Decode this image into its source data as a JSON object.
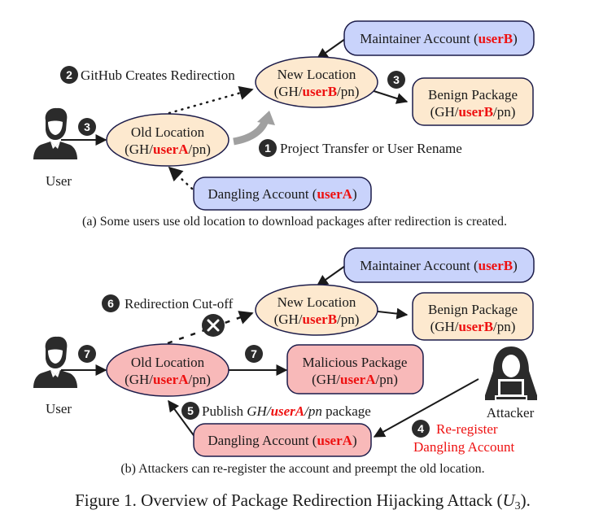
{
  "colors": {
    "ellipse_fill": "#fde9cf",
    "account_fill": "#c9d3fb",
    "malicious_fill": "#f8b9b9",
    "stroke": "#1c1c4a",
    "highlight": "#ee1111",
    "badge": "#2b2b2b",
    "transfer_arrow": "#a0a0a0"
  },
  "panel_a": {
    "user_label": "User",
    "old_location": {
      "line1": "Old Location",
      "prefix": "(GH/",
      "user": "userA",
      "suffix": "/pn)"
    },
    "new_location": {
      "line1": "New Location",
      "prefix": "(GH/",
      "user": "userB",
      "suffix": "/pn)"
    },
    "maintainer": {
      "prefix": "Maintainer Account (",
      "user": "userB",
      "suffix": ")"
    },
    "benign_package": {
      "line1": "Benign Package",
      "prefix": "(GH/",
      "user": "userB",
      "suffix": "/pn)"
    },
    "dangling": {
      "prefix": "Dangling Account (",
      "user": "userA",
      "suffix": ")"
    },
    "step1": {
      "num": "1",
      "label": "Project Transfer or User Rename"
    },
    "step2": {
      "num": "2",
      "label": "GitHub Creates Redirection"
    },
    "step3_user": {
      "num": "3"
    },
    "step3_new": {
      "num": "3"
    },
    "caption": "(a) Some users use old location to download packages after redirection is created."
  },
  "panel_b": {
    "user_label": "User",
    "attacker_label": "Attacker",
    "old_location": {
      "line1": "Old Location",
      "prefix": "(GH/",
      "user": "userA",
      "suffix": "/pn)"
    },
    "new_location": {
      "line1": "New Location",
      "prefix": "(GH/",
      "user": "userB",
      "suffix": "/pn)"
    },
    "maintainer": {
      "prefix": "Maintainer Account (",
      "user": "userB",
      "suffix": ")"
    },
    "benign_package": {
      "line1": "Benign Package",
      "prefix": "(GH/",
      "user": "userB",
      "suffix": "/pn)"
    },
    "malicious_package": {
      "line1": "Malicious Package",
      "prefix": "(GH/",
      "user": "userA",
      "suffix": "/pn)"
    },
    "dangling": {
      "prefix": "Dangling Account (",
      "user": "userA",
      "suffix": ")"
    },
    "step4": {
      "num": "4",
      "line1": "Re-register",
      "line2": "Dangling Account"
    },
    "step5": {
      "num": "5",
      "prefix": "Publish ",
      "italic_a": "GH/",
      "user": "userA",
      "italic_b": "/pn",
      "suffix": " package"
    },
    "step6": {
      "num": "6",
      "label": "Redirection Cut-off"
    },
    "step7_user": {
      "num": "7"
    },
    "step7_old": {
      "num": "7"
    },
    "cut_symbol": "✕",
    "caption": "(b) Attackers can re-register the account and preempt the old location."
  },
  "figure_caption": {
    "prefix": "Figure 1. Overview of Package Redirection Hijacking Attack (",
    "var": "U",
    "sub": "3",
    "suffix": ")."
  }
}
